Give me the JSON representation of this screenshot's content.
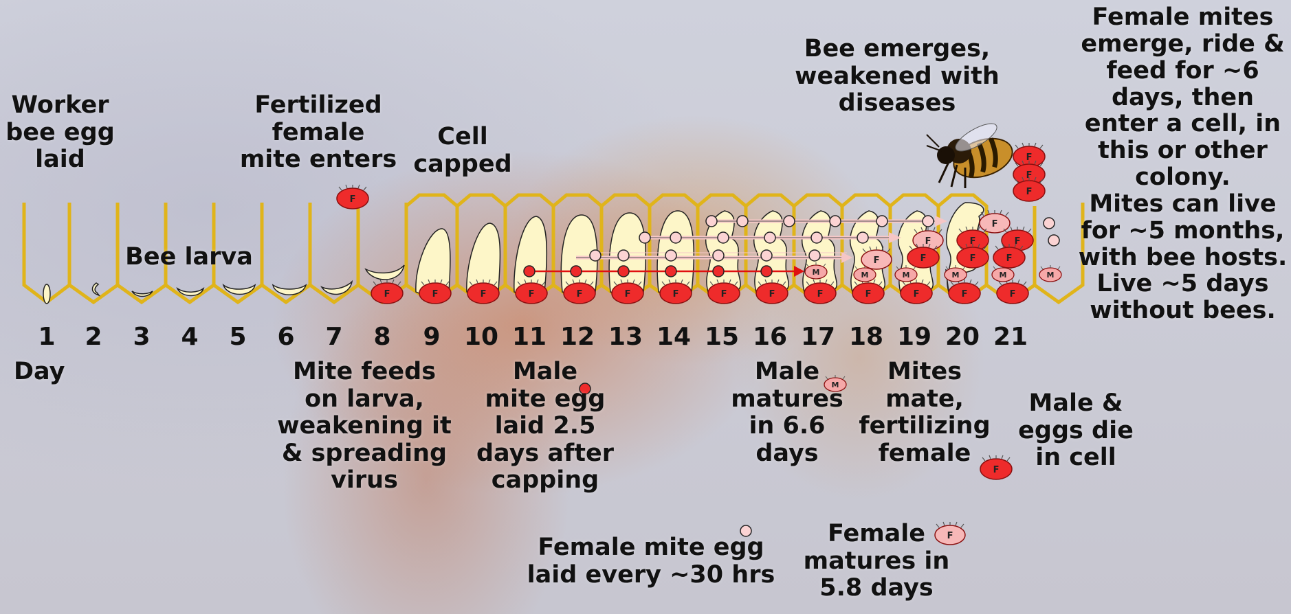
{
  "title_fragment": "",
  "labels": {
    "worker_egg": "Worker\nbee egg\nlaid",
    "fertilized_female": "Fertilized\nfemale\nmite enters",
    "cell_capped": "Cell\ncapped",
    "bee_larva": "Bee larva",
    "bee_emerges": "Bee emerges,\nweakened with\ndiseases",
    "female_mites_emerge": "Female mites\nemerge, ride &\nfeed for ~6\ndays, then\nenter a cell, in\nthis or other\ncolony.\nMites can live\nfor ~5 months,\nwith bee hosts.\nLive ~5 days\nwithout bees.",
    "day": "Day",
    "mite_feeds": "Mite feeds\non larva,\nweakening it\n& spreading\nvirus",
    "male_egg": "Male\nmite egg\nlaid 2.5\ndays after\ncapping",
    "male_matures": "Male\nmatures\nin 6.6\ndays",
    "mites_mate": "Mites\nmate,\nfertilizing\nfemale",
    "male_eggs_die": "Male &\neggs die\nin cell",
    "female_egg": "Female mite egg\nlaid every ~30 hrs",
    "female_matures": "Female\nmatures in\n5.8 days"
  },
  "days": [
    "1",
    "2",
    "3",
    "4",
    "5",
    "6",
    "7",
    "8",
    "9",
    "10",
    "11",
    "12",
    "13",
    "14",
    "15",
    "16",
    "17",
    "18",
    "19",
    "20",
    "21"
  ],
  "mite_letters": {
    "female": "F",
    "male": "M"
  },
  "colors": {
    "cell_wall": "#e0b41a",
    "larva_fill": "#fdf6c8",
    "female_mite": "#ee2b2b",
    "male_mite": "#f7b0b0",
    "egg_fill": "#fbd3d3",
    "arrow_red": "#e01010",
    "arrow_pink": "#f5c6c6"
  },
  "icons": [
    "bee-icon",
    "female-mite-icon",
    "male-mite-icon",
    "mite-egg-icon"
  ]
}
